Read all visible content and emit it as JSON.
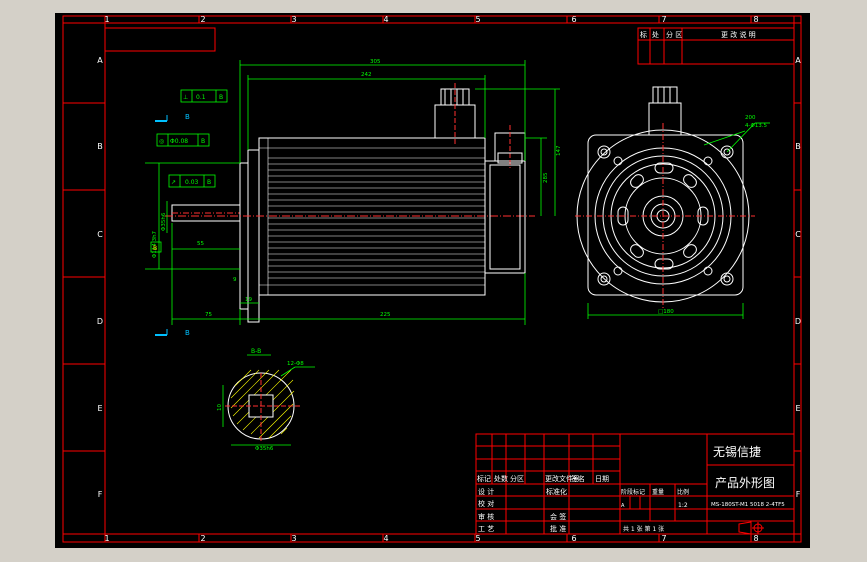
{
  "viewport": {
    "background": "#d4d0c8",
    "canvas_background": "#000000"
  },
  "colors": {
    "frame": "#ff0000",
    "lines": "#ffffff",
    "dims": "#00ff00",
    "section": "#ffff00",
    "center": "#ff3030",
    "marker": "#00c0ff"
  },
  "grid": {
    "cols": [
      "1",
      "2",
      "3",
      "4",
      "5",
      "6",
      "7",
      "8"
    ],
    "rows": [
      "A",
      "B",
      "C",
      "D",
      "E",
      "F"
    ]
  },
  "revision_block": {
    "col1": "标",
    "col2": "处",
    "col3": "分 区",
    "col4": "更 改 说 明"
  },
  "dims": {
    "d305": "305",
    "d242": "242",
    "d285": "285",
    "d147": "147",
    "d10": "10",
    "d75": "75",
    "d19": "19",
    "d225": "225",
    "d9": "9",
    "d55": "55",
    "d200": "200",
    "d13_5": "4-Φ13.5",
    "d180": "□180",
    "d114": "Φ114.3h7",
    "d35": "Φ35h6",
    "dU": "12-Φ8"
  },
  "tolerances": {
    "t1": {
      "sym": "⊥",
      "val": "0.1",
      "ref": "B"
    },
    "t2": {
      "sym": "◎",
      "val": "Φ0.08",
      "ref": "B"
    },
    "t3": {
      "sym": "↗",
      "val": "0.03",
      "ref": "B"
    }
  },
  "datum": {
    "b1": "B",
    "b2": "B",
    "box": "B"
  },
  "section_label": "B-B",
  "section_note": "10",
  "title_block": {
    "company": "无锡信捷",
    "drawing_name": "产品外形图",
    "hdr": [
      "标记",
      "处数",
      "分区",
      "更改文件号",
      "签名",
      "日期"
    ],
    "r1a": "设 计",
    "r1b": "标准化",
    "r2a": "校 对",
    "r3a": "审 核",
    "r3b": "会 签",
    "r4a": "工 艺",
    "r4b": "批 准",
    "stage": "阶段标记",
    "weight": "重量",
    "scale_label": "比例",
    "scale": "1:2",
    "model": "MS-180ST-M1 5018 2-4TF5",
    "sheets": "共 1 张  第 1 张",
    "projection_marker": "A"
  }
}
